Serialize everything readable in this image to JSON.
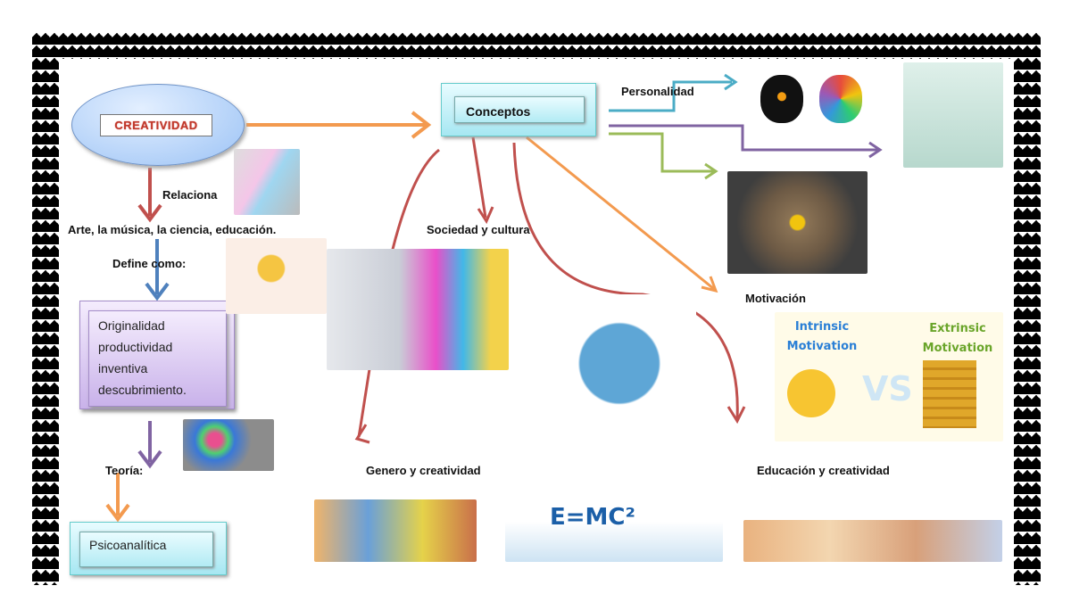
{
  "nodes": {
    "creatividad": "CREATIVIDAD",
    "conceptos": "Conceptos",
    "relaciona": "Relaciona",
    "arte": "Arte, la música, la ciencia, educación.",
    "define": "Define como:",
    "originalidad": [
      "Originalidad",
      "productividad",
      "inventiva",
      "descubrimiento."
    ],
    "teoria": "Teoría:",
    "psicoanalitica": "Psicoanalítica",
    "personalidad": "Personalidad",
    "sociedad": "Sociedad y cultura",
    "motivacion": "Motivación",
    "genero": "Genero y creatividad",
    "educacion": "Educación y creatividad"
  },
  "images": {
    "intrinsic": "Intrinsic Motivation",
    "extrinsic": "Extrinsic Motivation",
    "vs": "VS",
    "formula": "E=MC²"
  }
}
